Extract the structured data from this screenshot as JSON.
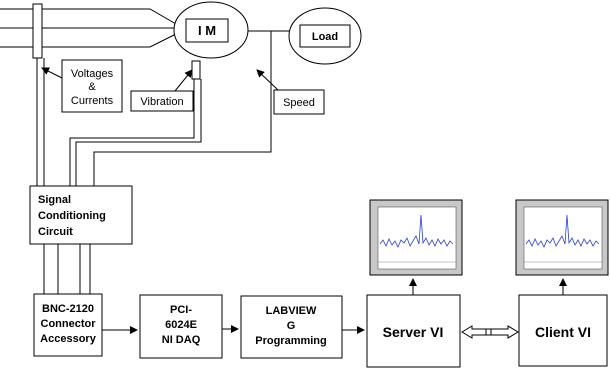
{
  "motor": {
    "label": "I M"
  },
  "load": {
    "label": "Load"
  },
  "sensors": {
    "voltages_line1": "Voltages",
    "voltages_line2": "&",
    "voltages_line3": "Currents",
    "vibration": "Vibration",
    "speed": "Speed"
  },
  "signal_conditioning": {
    "line1": "Signal",
    "line2": "Conditioning",
    "line3": "Circuit"
  },
  "bnc": {
    "line1": "BNC-2120",
    "line2": "Connector",
    "line3": "Accessory"
  },
  "daq": {
    "line1": "PCI-",
    "line2": "6024E",
    "line3": "NI DAQ"
  },
  "labview": {
    "line1": "LABVIEW",
    "line2": "G",
    "line3": "Programming"
  },
  "server": {
    "label": "Server VI"
  },
  "client": {
    "label": "Client VI"
  },
  "colors": {
    "spectrum_line": "#2b3fd6",
    "monitor_bezel": "#c8c8c8"
  }
}
